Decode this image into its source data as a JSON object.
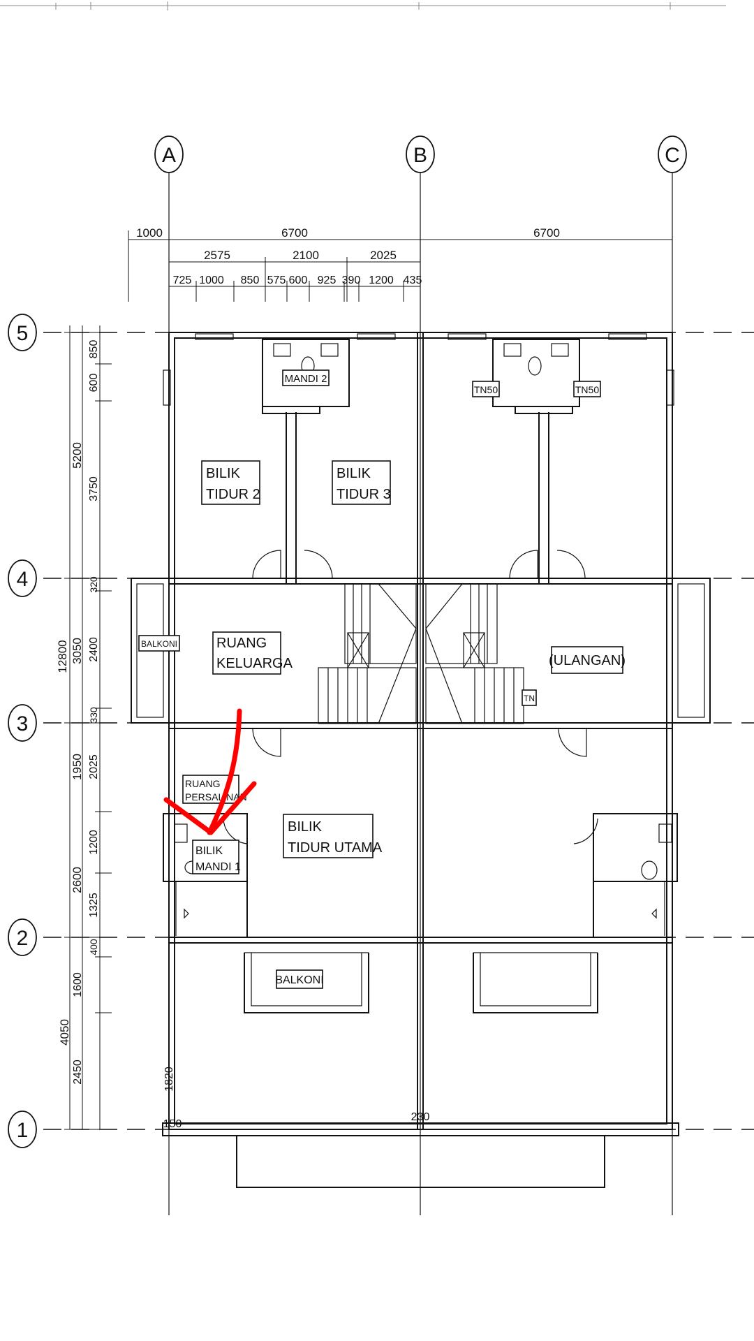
{
  "drawing": {
    "grid_labels_vertical": [
      "A",
      "B",
      "C"
    ],
    "grid_labels_horizontal": [
      "5",
      "4",
      "3",
      "2",
      "1"
    ],
    "top_dims": {
      "row1": [
        "1000",
        "6700",
        "6700"
      ],
      "row2": [
        "2575",
        "2100",
        "2025"
      ],
      "row3": [
        "725",
        "1000",
        "850",
        "575",
        "600",
        "925",
        "390",
        "1200",
        "435"
      ]
    },
    "left_dims": {
      "total": "12800",
      "overall": [
        "5200",
        "3050",
        "1950",
        "2600",
        "4050"
      ],
      "detail": [
        "850",
        "600",
        "3750",
        "320",
        "2400",
        "330",
        "2025",
        "1200",
        "1325",
        "400",
        "1600",
        "2450"
      ]
    },
    "rooms": {
      "bilik_tidur_2": [
        "BILIK",
        "TIDUR  2"
      ],
      "bilik_tidur_3": [
        "BILIK",
        "TIDUR  3"
      ],
      "mandi_2": "MANDI  2",
      "tn50_left": "TN50",
      "tn50_right": "TN50",
      "ruang_keluarga": [
        "RUANG",
        "KELUARGA"
      ],
      "ulangan": "(ULANGAN)",
      "balkoni_left": "BALKONI",
      "tn": "TN",
      "ruang_persalinan": [
        "RUANG",
        "PERSALINAN"
      ],
      "bilik_mandi_1": [
        "BILIK",
        "MANDI  1"
      ],
      "bilik_tidur_utama": [
        "BILIK",
        "TIDUR  UTAMA"
      ],
      "balkoni_bottom": "BALKONI"
    },
    "misc_dims": {
      "dim_1820": "1820",
      "dim_150": "150",
      "dim_230": "230"
    },
    "colors": {
      "ink": "#111111",
      "annotation_arrow": "#ff0000"
    }
  }
}
